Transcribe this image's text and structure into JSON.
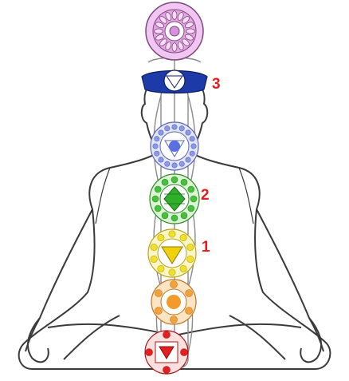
{
  "figure": {
    "markers": [
      {
        "label": "1"
      },
      {
        "label": "2"
      },
      {
        "label": "3"
      }
    ]
  },
  "colors": {
    "marker": "#e21d1d",
    "outline": "#3a3a3a",
    "crown": "#d98fdc",
    "third_eye": "#1c3aa8",
    "throat": "#8c98e8",
    "heart": "#46c23a",
    "solar_plexus": "#f1e02a",
    "sacral": "#f3a13a",
    "root": "#e51f1f"
  },
  "icons": [
    "seated-figure-icon",
    "lotus-icon",
    "triangle-icon",
    "circle-icon"
  ]
}
